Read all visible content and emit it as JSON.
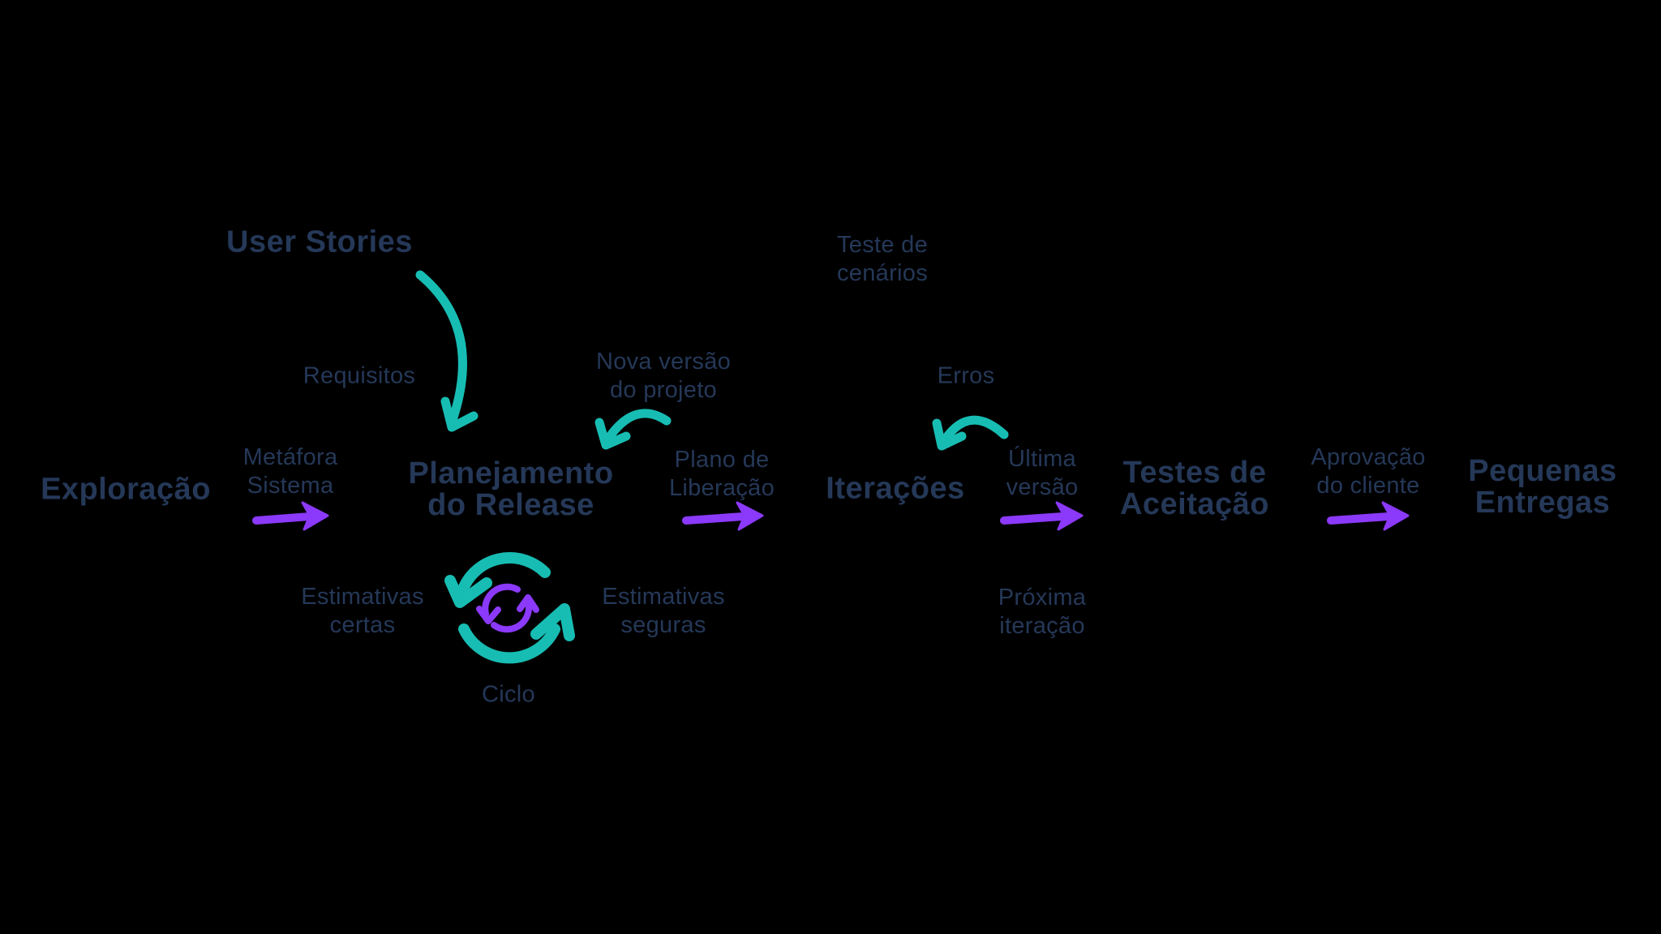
{
  "colors": {
    "background": "#000000",
    "text": "#253858",
    "teal": "#17bdb3",
    "purple": "#8b39fa"
  },
  "phases": [
    {
      "label": "Exploração"
    },
    {
      "label": "Planejamento\ndo Release"
    },
    {
      "label": "Iterações"
    },
    {
      "label": "Testes de\nAceitação"
    },
    {
      "label": "Pequenas\nEntregas"
    }
  ],
  "transitions": [
    {
      "label": "Metáfora\nSistema",
      "icon": "arrow-right-icon"
    },
    {
      "label": "Plano de\nLiberação",
      "icon": "arrow-right-icon"
    },
    {
      "label": "Última\nversão",
      "icon": "arrow-right-icon"
    },
    {
      "label": "Aprovação\ndo cliente",
      "icon": "arrow-right-icon"
    }
  ],
  "annotations": [
    {
      "label": "User Stories"
    },
    {
      "label": "Requisitos"
    },
    {
      "label": "Nova versão\ndo projeto"
    },
    {
      "label": "Teste de\ncenários"
    },
    {
      "label": "Erros"
    },
    {
      "label": "Estimativas\ncertas"
    },
    {
      "label": "Estimativas\nseguras"
    },
    {
      "label": "Próxima\niteração"
    },
    {
      "label": "Ciclo"
    }
  ],
  "icons": {
    "cycle": "sync-cycle-icon",
    "flow": "arrow-right-icon",
    "feedback": "curved-arrow-icon"
  }
}
